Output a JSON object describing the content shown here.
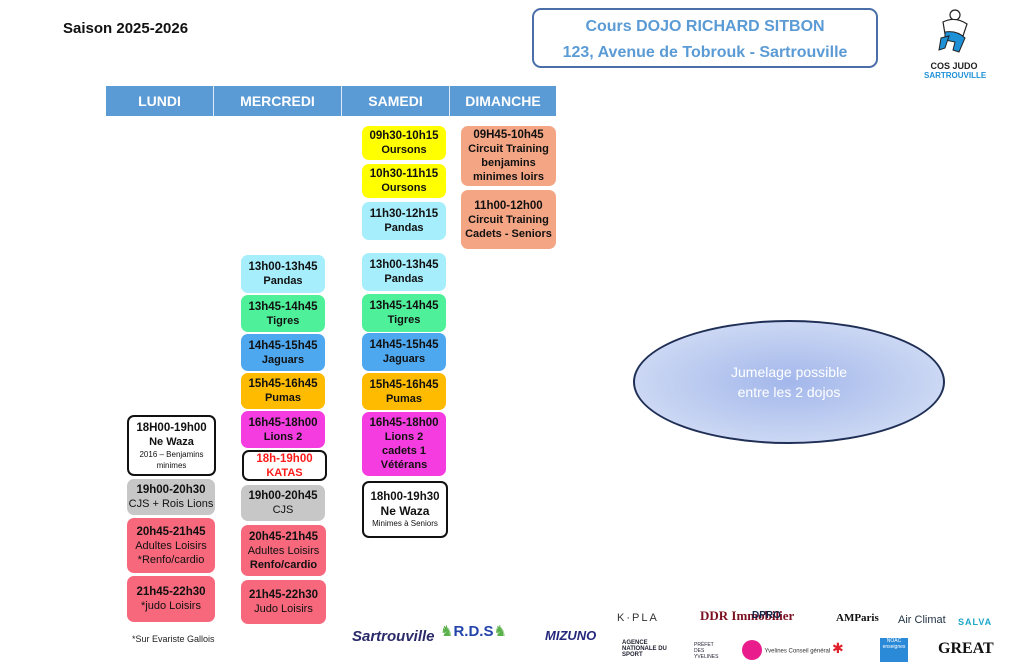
{
  "season": "Saison 2025-2026",
  "header": {
    "line1": "Cours DOJO RICHARD SITBON",
    "line2": "123, Avenue de Tobrouk - Sartrouville"
  },
  "logo": {
    "line1": "COS JUDO",
    "line2": "SARTROUVILLE",
    "icon": "judoka-icon"
  },
  "days": [
    "LUNDI",
    "MERCREDI",
    "SAMEDI",
    "DIMANCHE"
  ],
  "colors": {
    "header_blue": "#5b9bd5",
    "oursons": "#ffff00",
    "pandas": "#a6eefc",
    "tigres": "#4ef09a",
    "jaguars": "#4ea8ef",
    "pumas": "#ffbb00",
    "lions": "#f53ce0",
    "circuit": "#f4a584",
    "cjs": "#c7c7c7",
    "adultes": "#f7687c"
  },
  "lundi": [
    {
      "time": "18H00-19h00",
      "group": "Ne Waza",
      "sub": "2016 – Benjamins minimes"
    },
    {
      "time": "19h00-20h30",
      "group": "CJS + Rois Lions"
    },
    {
      "time": "20h45-21h45",
      "group": "Adultes Loisirs",
      "extra": "*Renfo/cardio"
    },
    {
      "time": "21h45-22h30",
      "group": "*judo Loisirs"
    }
  ],
  "mercredi": [
    {
      "time": "13h00-13h45",
      "group": "Pandas"
    },
    {
      "time": "13h45-14h45",
      "group": "Tigres"
    },
    {
      "time": "14h45-15h45",
      "group": "Jaguars"
    },
    {
      "time": "15h45-16h45",
      "group": "Pumas"
    },
    {
      "time": "16h45-18h00",
      "group": "Lions 2"
    },
    {
      "time": "18h-19h00",
      "group": "KATAS"
    },
    {
      "time": "19h00-20h45",
      "group": "CJS"
    },
    {
      "time": "20h45-21h45",
      "group": "Adultes Loisirs",
      "extra": "Renfo/cardio"
    },
    {
      "time": "21h45-22h30",
      "group": "Judo Loisirs"
    }
  ],
  "samedi": [
    {
      "time": "09h30-10h15",
      "group": "Oursons"
    },
    {
      "time": "10h30-11h15",
      "group": "Oursons"
    },
    {
      "time": "11h30-12h15",
      "group": "Pandas"
    },
    {
      "time": "13h00-13h45",
      "group": "Pandas"
    },
    {
      "time": "13h45-14h45",
      "group": "Tigres"
    },
    {
      "time": "14h45-15h45",
      "group": "Jaguars"
    },
    {
      "time": "15h45-16h45",
      "group": "Pumas"
    },
    {
      "time": "16h45-18h00",
      "group": "Lions 2",
      "line3": "cadets 1",
      "line4": "Vétérans"
    },
    {
      "time": "18h00-19h30",
      "group": "Ne Waza",
      "sub": "Minimes à Seniors"
    }
  ],
  "dimanche": [
    {
      "time": "09H45-10h45",
      "group": "Circuit Training",
      "line3": "benjamins",
      "line4": "minimes loirs"
    },
    {
      "time": "11h00-12h00",
      "group": "Circuit Training",
      "line3": "Cadets - Seniors"
    }
  ],
  "ellipse": {
    "line1": "Jumelage possible",
    "line2": "entre les 2 dojos"
  },
  "footnote": "*Sur Evariste Gallois",
  "sponsors": [
    "Sartrouville",
    "R.D.S",
    "MIZUNO",
    "K·PLA",
    "AGENCE NATIONALE DU SPORT",
    "DDR Immobilier",
    "DPRO",
    "AMParis",
    "Air Climat",
    "SALVA",
    "PRÉFET DES YVELINES",
    "Yvelines Conseil général",
    "Île-de-France",
    "NOAC enseignes",
    "GREAT"
  ]
}
